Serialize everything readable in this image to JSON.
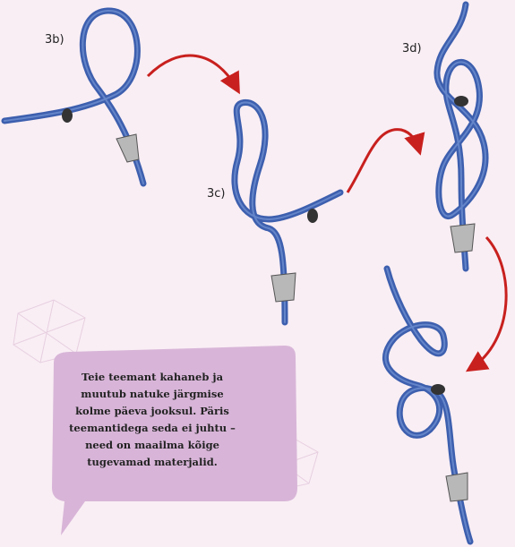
{
  "steps": [
    {
      "label": "3b)"
    },
    {
      "label": "3c)"
    },
    {
      "label": "3d)"
    },
    {
      "label": ""
    }
  ],
  "note": {
    "text": "Teie teemant kahaneb ja muutub natuke järgmise kolme päeva jooksul. Päris teemantidega seda ei juhtu – need on maailma kõige tugevamad materjalid."
  },
  "colors": {
    "background": "#f9eef4",
    "cord": "#3d5fae",
    "cord_highlight": "#7f9fdb",
    "arrow": "#c8201e",
    "bubble": "#d8b5d8",
    "bead": "#333333",
    "stopper": "#b8b8b8",
    "decor": "#e7cfe0"
  },
  "icons": [
    "knot-illustration",
    "bead",
    "cord-stopper",
    "red-arrow",
    "speech-bubble",
    "diamond-decoration"
  ]
}
